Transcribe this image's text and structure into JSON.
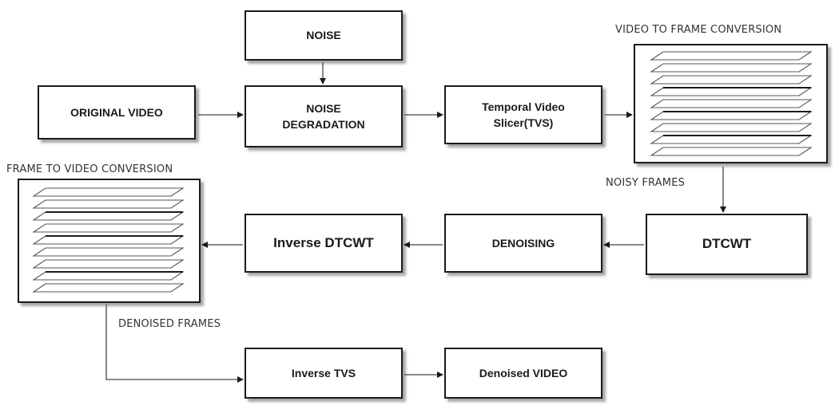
{
  "boxes": {
    "noise": "NOISE",
    "original_video": "ORIGINAL VIDEO",
    "noise_degradation_line1": "NOISE",
    "noise_degradation_line2": "DEGRADATION",
    "tvs_line1": "Temporal Video",
    "tvs_line2": "Slicer(TVS)",
    "dtcwt": "DTCWT",
    "denoising": "DENOISING",
    "inverse_dtcwt": "Inverse DTCWT",
    "inverse_tvs": "Inverse TVS",
    "denoised_video": "Denoised  VIDEO"
  },
  "labels": {
    "video_to_frame": "VIDEO TO FRAME CONVERSION",
    "frame_to_video": "FRAME TO VIDEO CONVERSION",
    "noisy_frames": "NOISY FRAMES",
    "denoised_frames": "DENOISED FRAMES"
  }
}
